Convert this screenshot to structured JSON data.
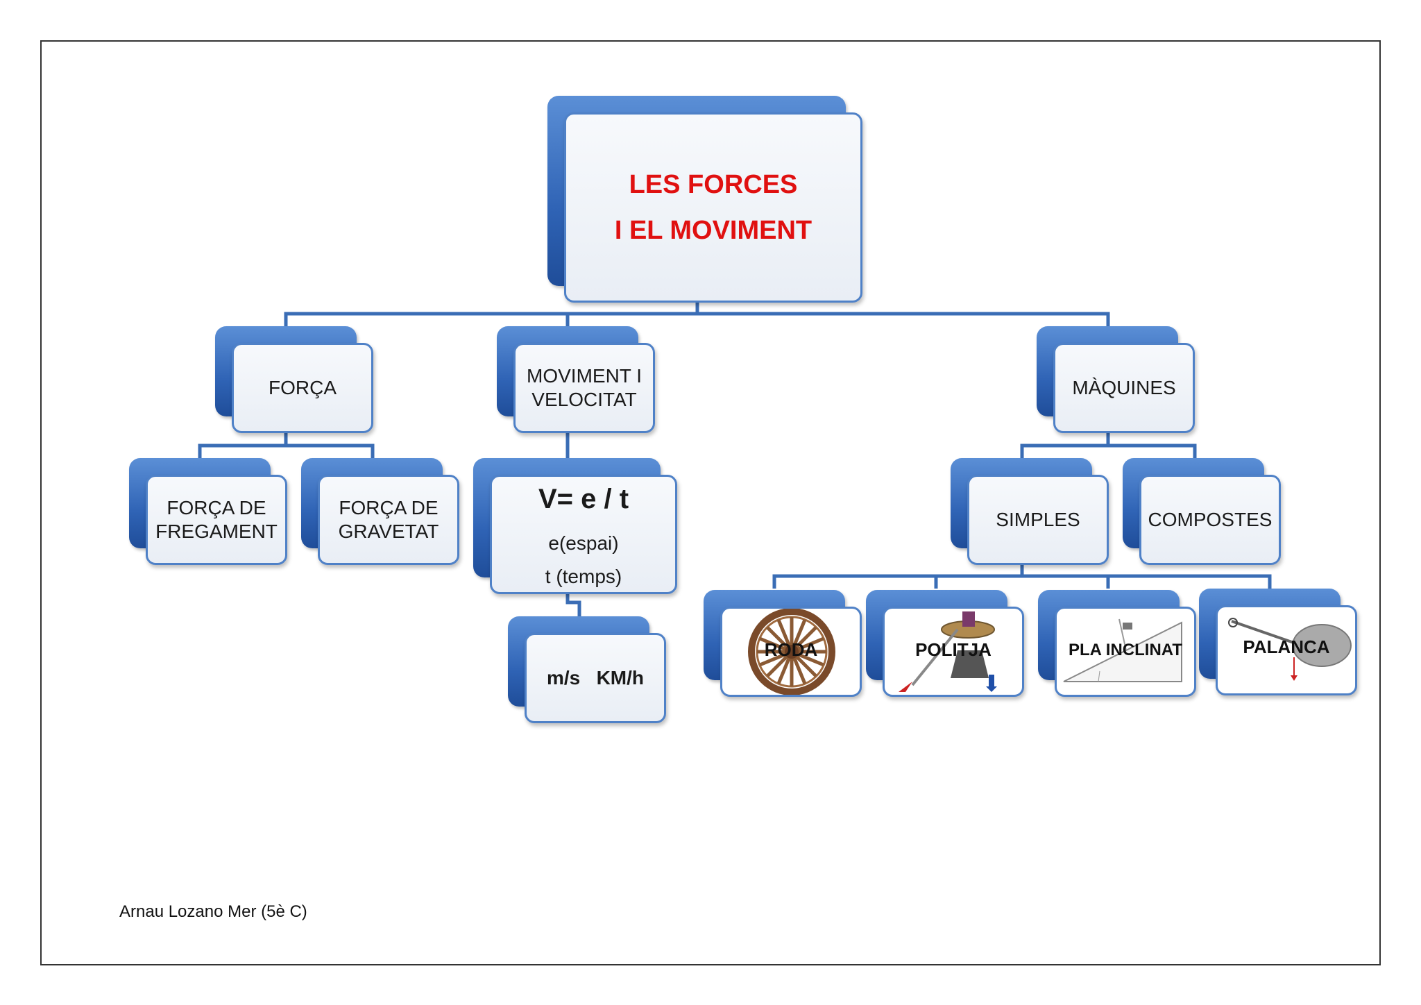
{
  "diagram": {
    "root": {
      "title_line1": "LES FORCES",
      "title_line2": "I EL MOVIMENT",
      "title_color": "#e01010"
    },
    "forca": {
      "label": "FORÇA"
    },
    "forca_fregament": {
      "label": "FORÇA DE\nFREGAMENT"
    },
    "forca_gravetat": {
      "label": "FORÇA DE\nGRAVETAT"
    },
    "moviment": {
      "label": "MOVIMENT I\nVELOCITAT"
    },
    "formula": {
      "equation": "V= e / t",
      "espai": "e(espai)",
      "temps": "t (temps)"
    },
    "units": {
      "label": "m/s   KM/h"
    },
    "maquines": {
      "label": "MÀQUINES"
    },
    "simples": {
      "label": "SIMPLES"
    },
    "compostes": {
      "label": "COMPOSTES"
    },
    "roda": {
      "label": "RODA",
      "icon": "wheel-icon"
    },
    "politja": {
      "label": "POLITJA",
      "icon": "pulley-icon"
    },
    "pla_inclinat": {
      "label": "PLA INCLINAT",
      "icon": "inclined-plane-icon"
    },
    "palanca": {
      "label": "PALANCA",
      "icon": "lever-icon"
    },
    "accent_color": "#2f63b5",
    "connector_color": "#3a6db5"
  },
  "footer": {
    "author": "Arnau Lozano Mer  (5è C)"
  }
}
